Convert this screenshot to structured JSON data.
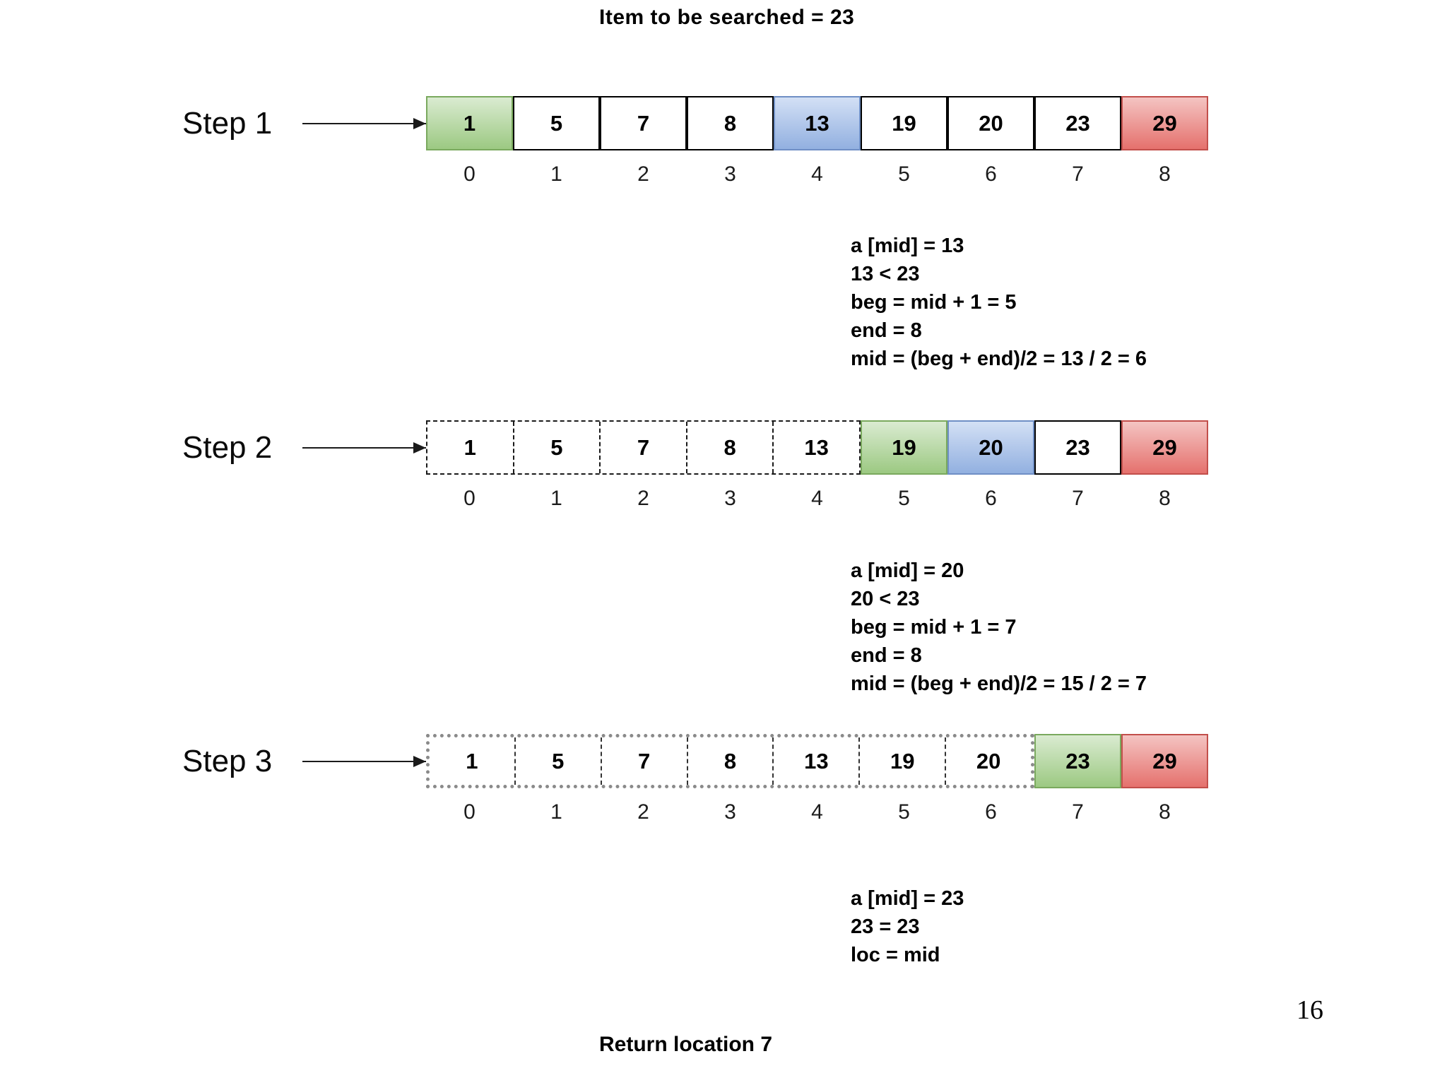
{
  "title": "Item to be searched = 23",
  "indices": [
    "0",
    "1",
    "2",
    "3",
    "4",
    "5",
    "6",
    "7",
    "8"
  ],
  "colors": {
    "green_fill": "#9cc982",
    "green_border": "#7aa95e",
    "blue_fill": "#92b0e0",
    "blue_border": "#6f8fc5",
    "red_fill": "#e5716d",
    "red_border": "#c24f4b"
  },
  "steps": [
    {
      "label": "Step 1",
      "dash_outline": "fine",
      "cells": [
        {
          "value": "1",
          "style": "green"
        },
        {
          "value": "5",
          "style": "white"
        },
        {
          "value": "7",
          "style": "white"
        },
        {
          "value": "8",
          "style": "white"
        },
        {
          "value": "13",
          "style": "blue"
        },
        {
          "value": "19",
          "style": "white"
        },
        {
          "value": "20",
          "style": "white"
        },
        {
          "value": "23",
          "style": "white"
        },
        {
          "value": "29",
          "style": "red"
        }
      ],
      "notes": [
        "a [mid] = 13",
        "13 < 23",
        "beg = mid + 1 = 5",
        "end = 8",
        "mid = (beg + end)/2 = 13 / 2 = 6"
      ]
    },
    {
      "label": "Step 2",
      "dash_outline": "fine",
      "cells": [
        {
          "value": "1",
          "style": "dashed"
        },
        {
          "value": "5",
          "style": "dashed"
        },
        {
          "value": "7",
          "style": "dashed"
        },
        {
          "value": "8",
          "style": "dashed"
        },
        {
          "value": "13",
          "style": "dashed"
        },
        {
          "value": "19",
          "style": "green"
        },
        {
          "value": "20",
          "style": "blue"
        },
        {
          "value": "23",
          "style": "white"
        },
        {
          "value": "29",
          "style": "red"
        }
      ],
      "notes": [
        "a [mid] = 20",
        "20 < 23",
        "beg = mid + 1 = 7",
        "end = 8",
        "mid = (beg + end)/2 = 15 / 2 = 7"
      ]
    },
    {
      "label": "Step 3",
      "dash_outline": "dotted",
      "cells": [
        {
          "value": "1",
          "style": "dashed"
        },
        {
          "value": "5",
          "style": "dashed"
        },
        {
          "value": "7",
          "style": "dashed"
        },
        {
          "value": "8",
          "style": "dashed"
        },
        {
          "value": "13",
          "style": "dashed"
        },
        {
          "value": "19",
          "style": "dashed"
        },
        {
          "value": "20",
          "style": "dashed"
        },
        {
          "value": "23",
          "style": "green"
        },
        {
          "value": "29",
          "style": "red"
        }
      ],
      "notes": [
        "a [mid] = 23",
        "23 = 23",
        "loc = mid"
      ]
    }
  ],
  "footer": {
    "return_text": "Return location 7",
    "page_number": "16"
  }
}
